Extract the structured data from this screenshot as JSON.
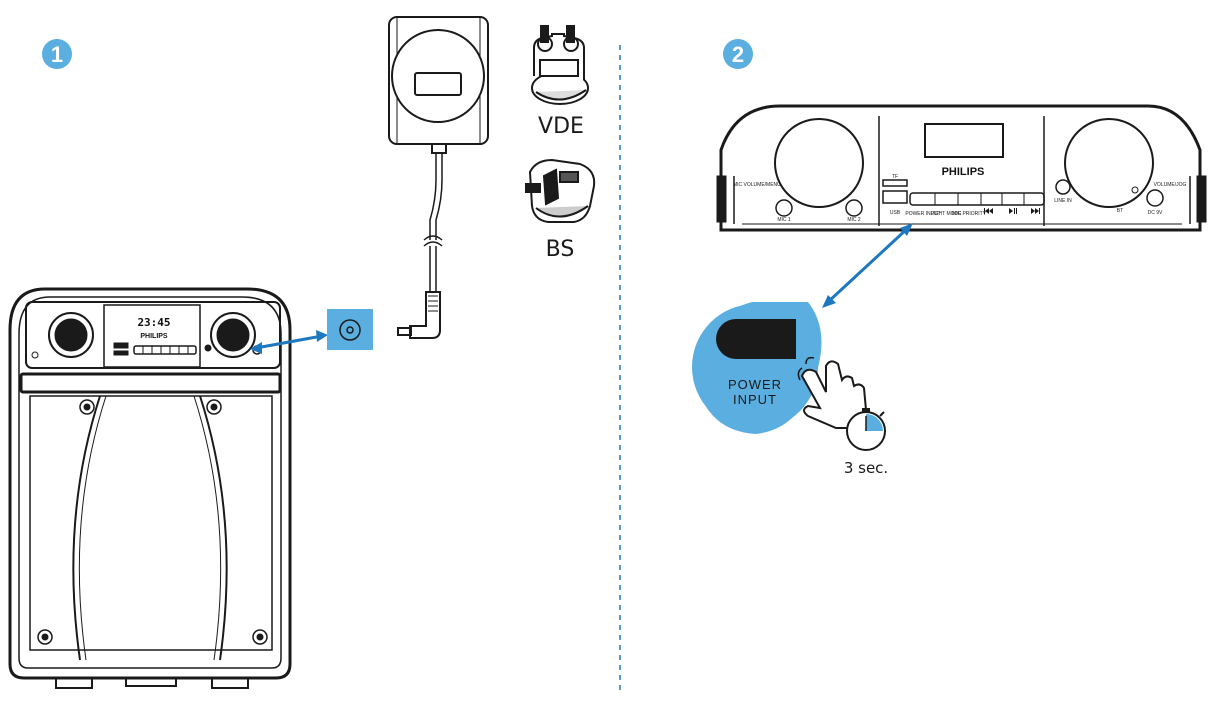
{
  "colors": {
    "accent": "#5aaee0",
    "line": "#1a1a1a",
    "connector": "#1e78c0"
  },
  "steps": [
    {
      "badge": "1"
    },
    {
      "badge": "2"
    }
  ],
  "adapter": {
    "plug_types": [
      "VDE",
      "BS"
    ]
  },
  "speaker_front": {
    "display_time": "23:45",
    "brand": "PHILIPS"
  },
  "panel": {
    "brand": "PHILIPS",
    "left_label": "MIC VOLUME/MENU",
    "mic1": "MIC 1",
    "mic2": "MIC 2",
    "tf": "TF",
    "usb": "USB",
    "buttons": [
      "POWER INPUT",
      "LIGHT MODE",
      "MIC PRIORITY"
    ],
    "transport_icons": [
      "prev-icon",
      "play-pause-icon",
      "next-icon"
    ],
    "line_in": "LINE IN",
    "right_label": "VOLUME/JOG",
    "dc_in": "DC 9V",
    "indicator": "BT"
  },
  "callout": {
    "label_line1": "POWER",
    "label_line2": "INPUT"
  },
  "timer": {
    "label": "3 sec.",
    "fraction": 0.25
  }
}
